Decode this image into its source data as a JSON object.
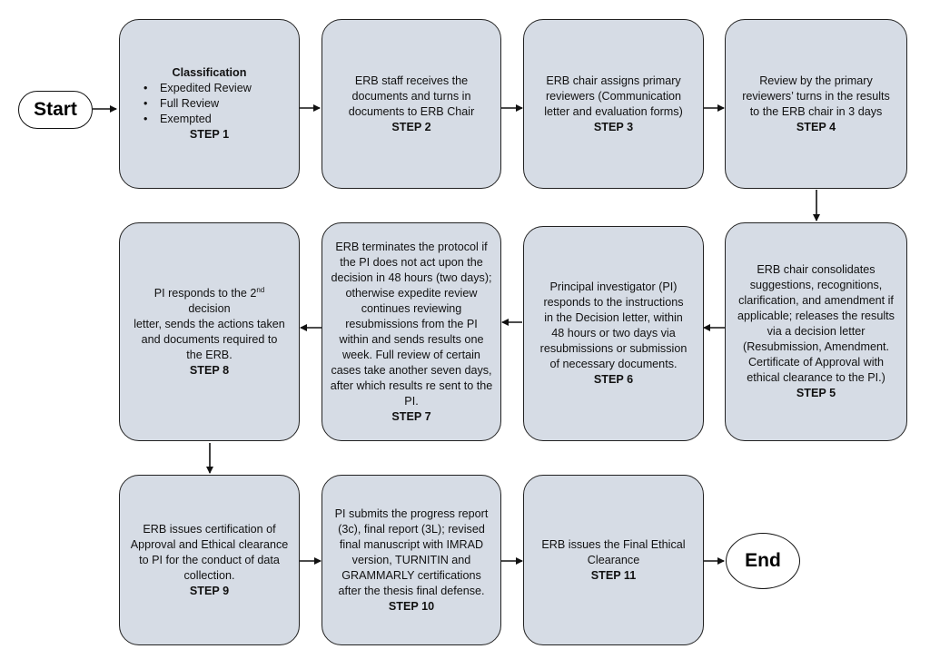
{
  "start_label": "Start",
  "end_label": "End",
  "step1": {
    "title": "Classification",
    "bullets": [
      "Expedited Review",
      "Full Review",
      "Exempted"
    ],
    "step": "STEP 1"
  },
  "step2": {
    "text": "ERB staff receives the documents and turns in documents to ERB Chair",
    "step": "STEP 2"
  },
  "step3": {
    "text": "ERB chair assigns primary reviewers (Communication letter and evaluation forms)",
    "step": "STEP 3"
  },
  "step4": {
    "text": "Review by the primary reviewers’ turns in the results to the ERB chair in 3 days",
    "step": "STEP 4"
  },
  "step5": {
    "text": "ERB chair consolidates suggestions, recognitions, clarification, and amendment if applicable; releases the results via a decision letter (Resubmission, Amendment. Certificate of Approval with ethical clearance to the PI.)",
    "step": "STEP 5"
  },
  "step6": {
    "text": "Principal investigator (PI) responds to the instructions in the Decision letter, within 48 hours or two days via resubmissions or submission of necessary documents.",
    "step": "STEP 6"
  },
  "step7": {
    "text": "ERB terminates the protocol if the PI does not act upon the decision in 48 hours (two days); otherwise expedite review continues reviewing resubmissions from the PI within and sends results one week. Full review of certain cases take another seven days, after which results re sent to the PI.",
    "step": "STEP 7"
  },
  "step8": {
    "text_a": "PI responds to the 2",
    "sup": "nd",
    "text_b": "decision",
    "text_c": "letter, sends the actions taken and documents required to the ERB.",
    "step": "STEP 8"
  },
  "step9": {
    "text": "ERB issues certification of Approval and Ethical clearance to PI for the conduct of data collection.",
    "step": "STEP 9"
  },
  "step10": {
    "text": "PI submits the progress report (3c), final report (3L); revised final manuscript with IMRAD version, TURNITIN and GRAMMARLY certifications after the thesis final defense.",
    "step": "STEP 10"
  },
  "step11": {
    "text": "ERB issues the Final Ethical Clearance",
    "step": "STEP 11"
  },
  "colors": {
    "box_fill": "#d6dce5",
    "border": "#222222",
    "arrow": "#111111"
  }
}
